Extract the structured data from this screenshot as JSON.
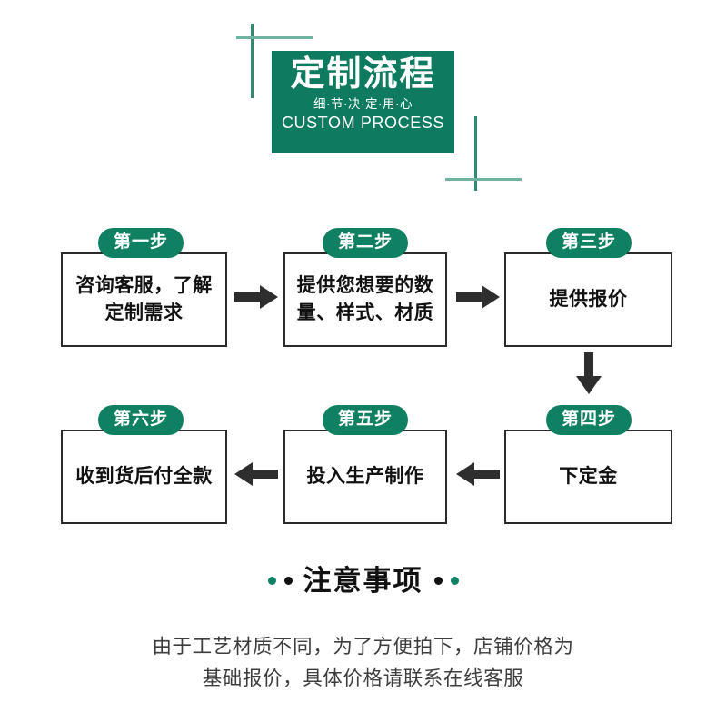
{
  "banner": {
    "title": "定制流程",
    "subtitle_cn": "细·节·决·定·用·心",
    "subtitle_en": "CUSTOM PROCESS",
    "bg_color": "#0e7a5f",
    "deco_color": "#2f8a72"
  },
  "flow": {
    "badge_color": "#108063",
    "arrow_color": "#2e2e2e",
    "steps": [
      {
        "badge": "第一步",
        "text": "咨询客服，了解定制需求"
      },
      {
        "badge": "第二步",
        "text": "提供您想要的数量、样式、材质"
      },
      {
        "badge": "第三步",
        "text": "提供报价"
      },
      {
        "badge": "第四步",
        "text": "下定金"
      },
      {
        "badge": "第五步",
        "text": "投入生产制作"
      },
      {
        "badge": "第六步",
        "text": "收到货后付全款"
      }
    ]
  },
  "notice": {
    "title": "注意事项",
    "line1": "由于工艺材质不同，为了方便拍下，店铺价格为",
    "line2": "基础报价，具体价格请联系在线客服",
    "dot_green": "#0e8066",
    "dot_black": "#111111"
  }
}
